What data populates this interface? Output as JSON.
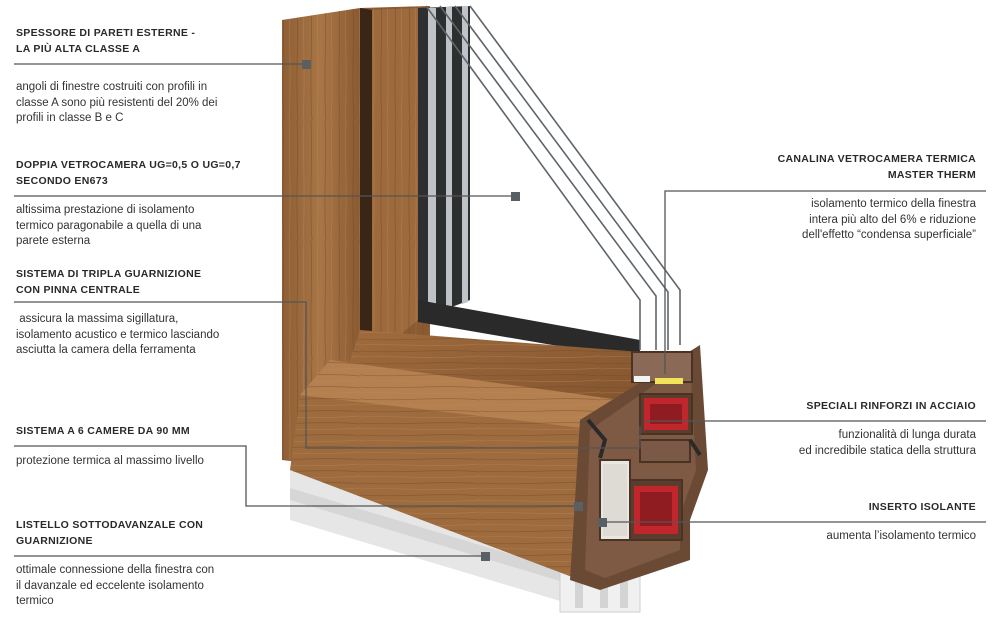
{
  "features": {
    "wall_thickness": {
      "title": [
        "SPESSORE DI PARETI ESTERNE -",
        "LA PIÙ ALTA CLASSE A"
      ],
      "desc": [
        "angoli di finestre costruiti con profili in",
        "classe A sono più resistenti del 20% dei",
        "profili in classe B e C"
      ]
    },
    "double_glazing": {
      "title": [
        "DOPPIA VETROCAMERA Ug=0,5 O Ug=0,7",
        "SECONDO EN673"
      ],
      "desc": [
        "altissima prestazione di isolamento",
        "termico paragonabile a quella di una",
        "parete esterna"
      ]
    },
    "triple_gasket": {
      "title": [
        "SISTEMA DI TRIPLA GUARNIZIONE",
        "CON PINNA CENTRALE"
      ],
      "desc": [
        " assicura la massima sigillatura,",
        "isolamento acustico e termico lasciando",
        "asciutta la camera della ferramenta"
      ]
    },
    "six_chambers": {
      "title": [
        "SISTEMA A 6 CAMERE DA 90 MM"
      ],
      "desc": [
        "protezione termica al massimo livello"
      ]
    },
    "sill_strip": {
      "title": [
        "LISTELLO SOTTODAVANZALE CON",
        "GUARNIZIONE"
      ],
      "desc": [
        "ottimale connessione della finestra con",
        "il davanzale ed eccelente isolamento",
        "termico"
      ]
    },
    "warm_edge": {
      "title": [
        "CANALINA VETROCAMERA TERMICA",
        "MASTER THERM"
      ],
      "desc": [
        "isolamento termico della finestra",
        "intera più alto del 6% e riduzione",
        "dell'effetto “condensa superficiale”"
      ]
    },
    "steel_reinforcement": {
      "title": [
        "SPECIALI RINFORZI IN ACCIAIO"
      ],
      "desc": [
        "funzionalità di lunga durata",
        "ed incredibile statica della struttura"
      ]
    },
    "insulating_insert": {
      "title": [
        "INSERTO ISOLANTE"
      ],
      "desc": [
        "aumenta l’isolamento termico"
      ]
    }
  },
  "colors": {
    "wood": "#9b6a3e",
    "wood_dark": "#6f4626",
    "wood_light": "#b88452",
    "steel": "#c0262b",
    "pvc": "#f2f2f2",
    "leader": "#555555",
    "marker": "#5a5f64"
  }
}
